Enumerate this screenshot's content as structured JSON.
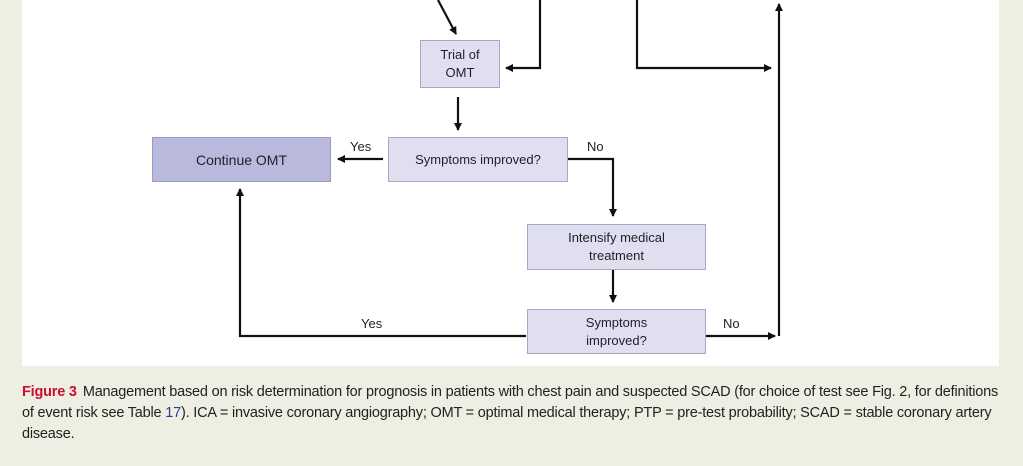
{
  "nodes": {
    "trial_omt": "Trial of\nOMT",
    "continue_omt": "Continue OMT",
    "symptoms_improved_1": "Symptoms improved?",
    "intensify": "Intensify medical\ntreatment",
    "symptoms_improved_2": "Symptoms\nimproved?"
  },
  "edge_labels": {
    "yes_1": "Yes",
    "no_1": "No",
    "yes_2": "Yes",
    "no_2": "No"
  },
  "caption": {
    "figure_label": "Figure 3",
    "text_1": "Management based on risk determination for prognosis in patients with chest pain and suspected SCAD (for choice of test see Fig. 2, for definitions of event risk see Table ",
    "table_ref": "17",
    "text_2": "). ICA = invasive coronary angiography; OMT = optimal medical therapy; PTP = pre-test probability; SCAD = stable coronary artery disease."
  },
  "colors": {
    "box_fill": "#dfdfef",
    "box_dark_fill": "#b8b9dd",
    "line": "#111111",
    "figure_label": "#c8102e"
  }
}
